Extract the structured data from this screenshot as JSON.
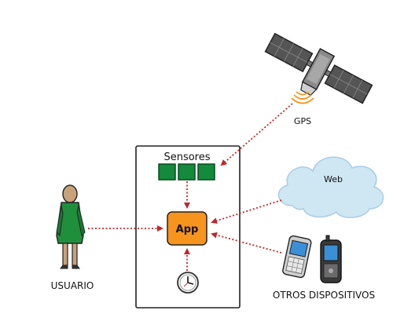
{
  "labels": {
    "sensores": "Sensores",
    "app": "App",
    "gps": "GPS",
    "web": "Web",
    "usuario": "USUARIO",
    "otros": "OTROS DISPOSITIVOS"
  },
  "colors": {
    "sensor_green": "#138a3c",
    "app_orange": "#f7941d",
    "arrow_red": "#c1272d",
    "cloud_blue": "#cfe6f3",
    "person_green": "#1f8f3c"
  },
  "icons": {
    "satellite": "satellite-icon",
    "cloud": "cloud-icon",
    "person": "person-icon",
    "phones": "mobile-phones-icon",
    "clock": "clock-icon"
  }
}
